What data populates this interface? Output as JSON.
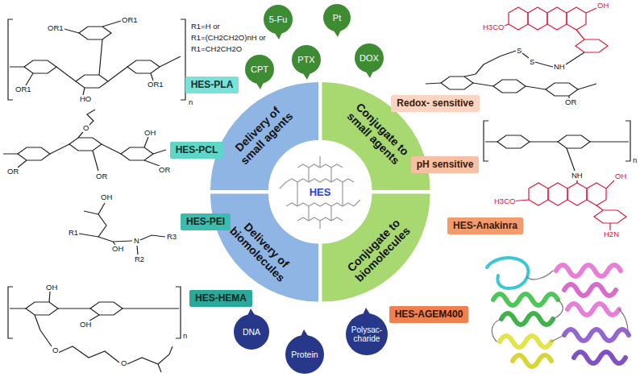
{
  "diagram": {
    "nodes": [
      {
        "text": [
          "5-Fu"
        ]
      },
      {
        "text": [
          "Pt"
        ]
      },
      {
        "text": [
          "CPT"
        ]
      },
      {
        "text": [
          "PTX"
        ]
      },
      {
        "text": [
          "DOX"
        ]
      },
      {
        "text": [
          "HES-PLA"
        ]
      },
      {
        "text": [
          "Redox- sensitive"
        ]
      },
      {
        "text": [
          "Delivery of small agents"
        ]
      },
      {
        "text": [
          "Conjugate to small agents"
        ]
      },
      {
        "text": [
          "HES-PCL"
        ]
      },
      {
        "text": [
          "pH sensitive"
        ]
      },
      {
        "text": [
          "HES"
        ]
      },
      {
        "text": [
          "HES-PEI"
        ]
      },
      {
        "text": [
          "HES-Anakinra"
        ]
      },
      {
        "text": [
          "Delivery of biomolecules"
        ]
      },
      {
        "text": [
          "Conjugate to biomolecules"
        ]
      },
      {
        "text": [
          "HES-HEMA"
        ]
      },
      {
        "text": [
          "HES-AGEM400"
        ]
      },
      {
        "text": [
          "DNA"
        ]
      },
      {
        "text": [
          "Protein"
        ]
      },
      {
        "text": [
          "Polysac- charide"
        ]
      }
    ],
    "labels": [
      "R1=H or",
      "R1=(CH2CH2O)nH or",
      "R1=CH2CH2O",
      "OR1",
      "OR1",
      "OR1",
      "HO",
      "OR1",
      "n",
      "OR",
      "OR",
      "OR",
      "OH",
      "O",
      "OH",
      "R1",
      "OH",
      "N",
      "R2",
      "R3",
      "OH",
      "OH",
      "O",
      "O",
      "n",
      "H3CO",
      "OH",
      "NH",
      "S",
      "S",
      "OR",
      "n",
      "NH",
      "H3CO",
      "H2N",
      "OH"
    ]
  }
}
